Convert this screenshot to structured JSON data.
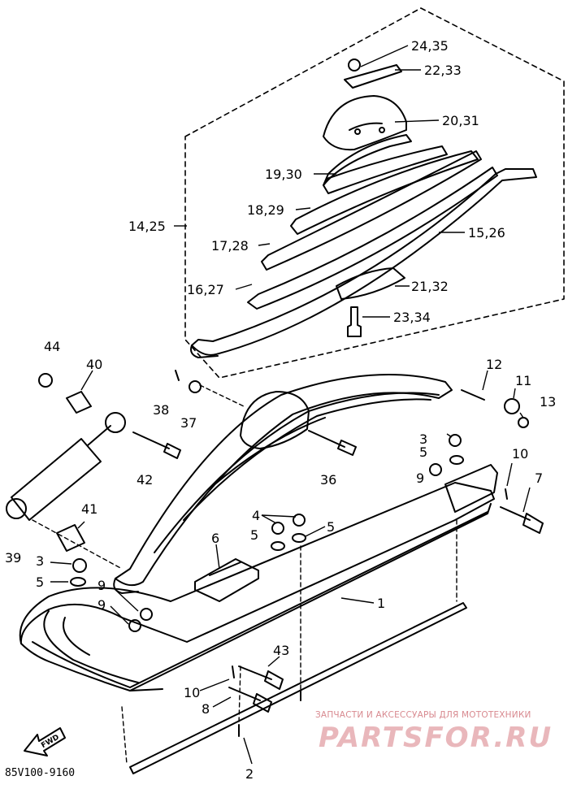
{
  "diagram": {
    "drawing_code": "85V100-9160",
    "direction_label": "FWD",
    "watermark": {
      "caption": "ЗАПЧАСТИ И АКСЕССУАРЫ ДЛЯ МОТОТЕХНИКИ",
      "logo_text": "PARTSFOR.RU"
    },
    "callouts": [
      "24,35",
      "22,33",
      "20,31",
      "19,30",
      "18,29",
      "14,25",
      "15,26",
      "17,28",
      "16,27",
      "21,32",
      "23,34",
      "44",
      "40",
      "38",
      "37",
      "12",
      "11",
      "13",
      "42",
      "36",
      "3",
      "5",
      "9",
      "10",
      "7",
      "41",
      "39",
      "4",
      "5",
      "6",
      "5",
      "3",
      "5",
      "9",
      "9",
      "1",
      "43",
      "10",
      "8",
      "2"
    ]
  }
}
